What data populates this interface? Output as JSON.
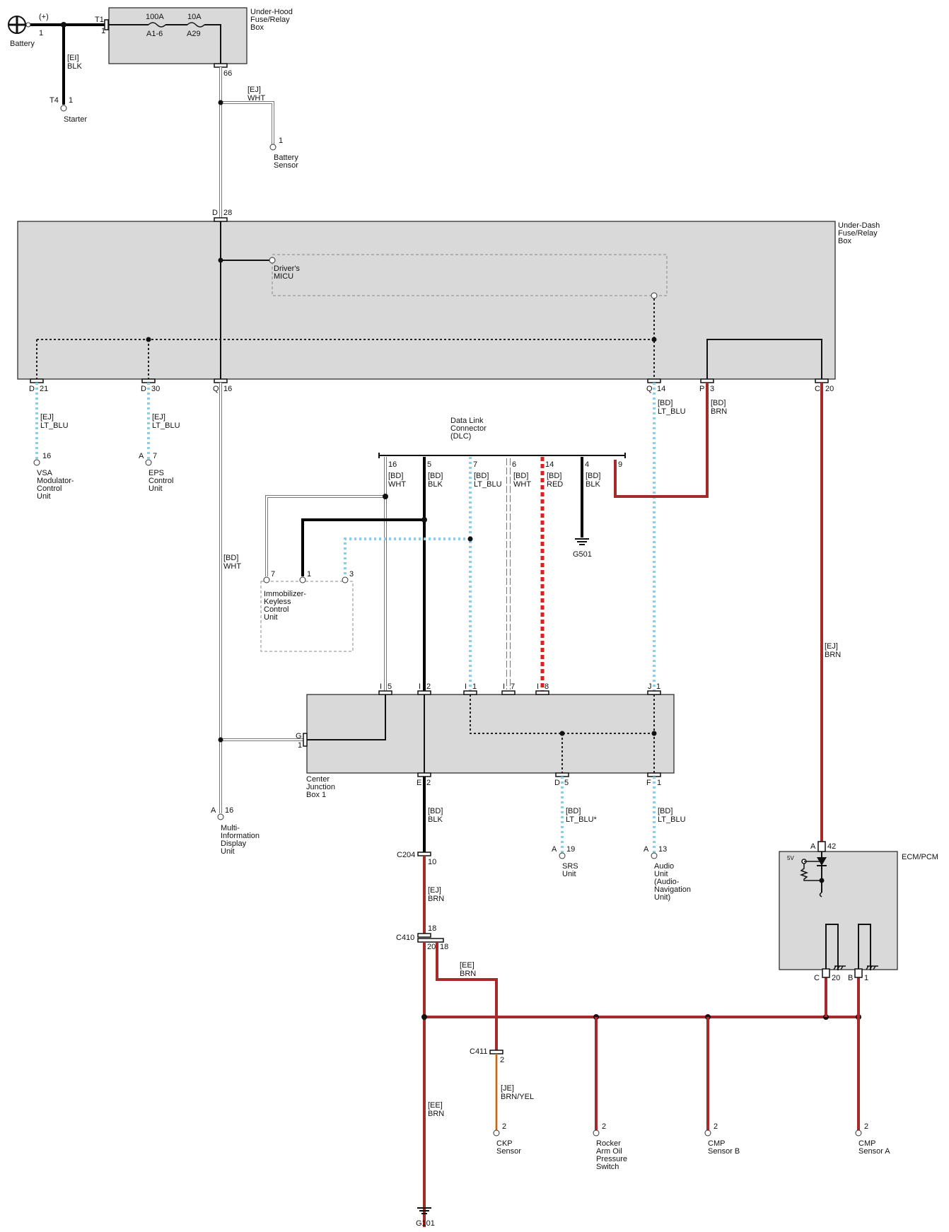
{
  "components": {
    "battery": "Battery",
    "battery_plus": "(+)",
    "battery_pin": "1",
    "starter": "Starter",
    "starter_conn": "T4",
    "starter_pin": "1",
    "under_hood_box": "Under-Hood Fuse/Relay Box",
    "t1": "T1",
    "t1_pin": "1",
    "fuse1_rating": "100A",
    "fuse1_name": "A1-6",
    "fuse2_rating": "10A",
    "fuse2_name": "A29",
    "pin66": "66",
    "battery_sensor": "Battery Sensor",
    "battery_sensor_pin": "1",
    "under_dash_box": "Under-Dash Fuse/Relay Box",
    "d28": "D",
    "d28_pin": "28",
    "drivers_micu": "Driver's MICU",
    "vsa_unit": "VSA Modulator-Control Unit",
    "vsa_pin": "16",
    "eps_unit": "EPS Control Unit",
    "eps_conn": "A",
    "eps_pin": "7",
    "dlc": "Data Link Connector (DLC)",
    "g501": "G501",
    "immobilizer": "Immobilizer-Keyless Control Unit",
    "imm_pin7": "7",
    "imm_pin1": "1",
    "imm_pin3": "3",
    "cjb": "Center Junction Box 1",
    "midu": "Multi-Information Display Unit",
    "midu_conn": "A",
    "midu_pin": "16",
    "srs_unit": "SRS Unit",
    "srs_conn": "A",
    "srs_pin": "19",
    "audio_unit": "Audio Unit (Audio-Navigation Unit)",
    "audio_conn": "A",
    "audio_pin": "13",
    "ecm": "ECM/PCM",
    "ecm_5v": "5V",
    "ecm_a": "A",
    "ecm_a_pin": "42",
    "ecm_c": "C",
    "ecm_c_pin": "20",
    "ecm_b": "B",
    "ecm_b_pin": "1",
    "c204": "C204",
    "c204_pin": "10",
    "c410": "C410",
    "c410_pin_top": "18",
    "c410_pin_a": "20",
    "c410_pin_b": "18",
    "c411": "C411",
    "c411_pin": "2",
    "ckp": "CKP Sensor",
    "ckp_pin": "2",
    "rocker": "Rocker Arm Oil Pressure Switch",
    "rocker_pin": "2",
    "cmpb": "CMP Sensor B",
    "cmpb_pin": "2",
    "cmpa": "CMP Sensor A",
    "cmpa_pin": "2",
    "g101": "G101"
  },
  "pins": {
    "d21": "D",
    "d21n": "21",
    "d30": "D",
    "d30n": "30",
    "q16": "Q",
    "q16n": "16",
    "q14": "Q",
    "q14n": "14",
    "p3": "P",
    "p3n": "3",
    "c20": "C",
    "c20n": "20",
    "dlc16": "16",
    "dlc5": "5",
    "dlc7": "7",
    "dlc6": "6",
    "dlc14": "14",
    "dlc4": "4",
    "dlc9": "9",
    "i5": "I",
    "i5n": "5",
    "i2": "I",
    "i2n": "2",
    "i1": "I",
    "i1n": "1",
    "i7": "I",
    "i7n": "7",
    "i8": "I",
    "i8n": "8",
    "j1": "J",
    "j1n": "1",
    "g1": "G",
    "g1n": "1",
    "e2": "E",
    "e2n": "2",
    "d5": "D",
    "d5n": "5",
    "f1": "F",
    "f1n": "1"
  },
  "wires": {
    "ei_blk_a": "[EI]",
    "ei_blk_b": "BLK",
    "ej_wht_a": "[EJ]",
    "ej_wht_b": "WHT",
    "vsa_w_a": "[EJ]",
    "vsa_w_b": "LT_BLU",
    "eps_w_a": "[EJ]",
    "eps_w_b": "LT_BLU",
    "q14_w_a": "[BD]",
    "q14_w_b": "LT_BLU",
    "p3_w_a": "[BD]",
    "p3_w_b": "BRN",
    "dlc16_w_a": "[BD]",
    "dlc16_w_b": "WHT",
    "dlc5_w_a": "[BD]",
    "dlc5_w_b": "BLK",
    "dlc7_w_a": "[BD]",
    "dlc7_w_b": "LT_BLU",
    "dlc6_w_a": "[BD]",
    "dlc6_w_b": "WHT",
    "dlc14_w_a": "[BD]",
    "dlc14_w_b": "RED",
    "dlc4_w_a": "[BD]",
    "dlc4_w_b": "BLK",
    "q16_w_a": "[BD]",
    "q16_w_b": "WHT",
    "c20_w_a": "[EJ]",
    "c20_w_b": "BRN",
    "e2_w_a": "[BD]",
    "e2_w_b": "BLK",
    "d5_w_a": "[BD]",
    "d5_w_b": "LT_BLU*",
    "f1_w_a": "[BD]",
    "f1_w_b": "LT_BLU",
    "c204_w_a": "[EJ]",
    "c204_w_b": "BRN",
    "c410_w_a": "[EE]",
    "c410_w_b": "BRN",
    "c411_w_a": "[JE]",
    "c411_w_b": "BRN/YEL",
    "g101_w_a": "[EE]",
    "g101_w_b": "BRN"
  }
}
